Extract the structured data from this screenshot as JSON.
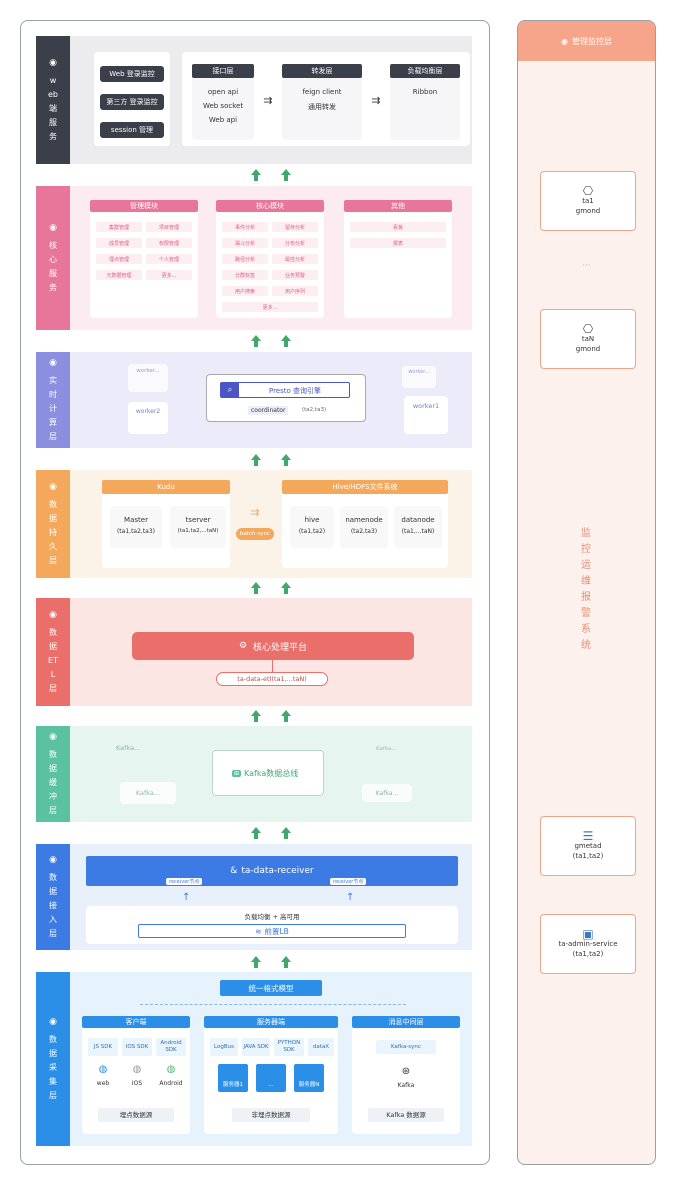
{
  "colors": {
    "web": "#3a3f4a",
    "core": "#e8769a",
    "realtime": "#8c8fe0",
    "storage": "#f3a85c",
    "etl": "#ea6f6a",
    "buffer": "#5ac2a0",
    "ingest": "#3d7be4",
    "collect": "#2b8fe8",
    "monitor": "#f6a48a"
  },
  "monitor": {
    "header": "管理监控层",
    "boxes": [
      {
        "title": "ta1",
        "sub": "gmond",
        "icon": "server-icon"
      },
      {
        "title": "taN",
        "sub": "gmond",
        "icon": "server-icon"
      },
      {
        "title": "gmetad",
        "sub": "(ta1,ta2)",
        "icon": "database-icon"
      },
      {
        "title": "ta-admin-service",
        "sub": "(ta1,ta2)",
        "icon": "monitor-screen-icon"
      }
    ],
    "dots": "···",
    "vertical_label": "监控运维报警系统"
  },
  "layers": {
    "web": {
      "label": "web端服务",
      "left_buttons": [
        "Web 登录监控",
        "第三方 登录监控",
        "session 管理"
      ],
      "columns": [
        {
          "title": "接口层",
          "items": [
            "open api",
            "Web socket",
            "Web api"
          ]
        },
        {
          "title": "转发层",
          "items": [
            "feign client",
            "通用转发"
          ]
        },
        {
          "title": "负载均衡层",
          "items": [
            "Ribbon"
          ]
        }
      ]
    },
    "core": {
      "label": "核心服务",
      "groups": [
        {
          "title": "管理模块",
          "cells": [
            "集群管理",
            "项目管理",
            "成员管理",
            "权限管理",
            "埋点管理",
            "个人管理",
            "元数据管理",
            "更多..."
          ]
        },
        {
          "title": "核心模块",
          "cells": [
            "事件分析",
            "留存分析",
            "漏斗分析",
            "分布分析",
            "路径分析",
            "属性分析",
            "分群标签",
            "业务预警",
            "用户搜索",
            "用户序列",
            "更多..."
          ]
        },
        {
          "title": "其他",
          "cells": [
            "看板",
            "报表"
          ]
        }
      ]
    },
    "realtime": {
      "label": "实时计算层",
      "workers_left": [
        "worker...",
        "worker2"
      ],
      "engine": "Presto 查询引擎",
      "coordinator": "coordinator",
      "coordinator_sub": "(ta2,ta3)",
      "workers_right": [
        "worker...",
        "worker1"
      ]
    },
    "storage": {
      "label": "数据持久层",
      "kudu": "Kudu",
      "kudu_nodes": [
        {
          "name": "Master",
          "sub": "(ta1,ta2,ta3)"
        },
        {
          "name": "tserver",
          "sub": "(ta1,ta2,...taN)"
        }
      ],
      "sync": "batch-sync",
      "hive": "Hive/HDFS文件系统",
      "hive_nodes": [
        {
          "name": "hive",
          "sub": "(ta1,ta2)"
        },
        {
          "name": "namenode",
          "sub": "(ta2,ta3)"
        },
        {
          "name": "datanode",
          "sub": "(ta1,...taN)"
        }
      ]
    },
    "etl": {
      "label": "数据ETL层",
      "platform": "核心处理平台",
      "process": "ta-data-etl(ta1,...taN)"
    },
    "buffer": {
      "label": "数据缓冲层",
      "bus": "Kafka数据总线",
      "nodes": [
        "Kafka...",
        "Kafka...",
        "Kafka...",
        "Kafka..."
      ]
    },
    "ingest": {
      "label": "数据接入层",
      "receiver": "ta-data-receiver",
      "node_labels": [
        "receiver节点",
        "receiver节点"
      ],
      "lb_caption": "负载均衡 + 高可用",
      "lb": "前置LB"
    },
    "collect": {
      "label": "数据采集层",
      "model": "统一格式模型",
      "client": {
        "title": "客户端",
        "sdks": [
          "JS SDK",
          "IOS SDK",
          "Android SDK"
        ],
        "platforms": [
          "web",
          "IOS",
          "Android"
        ],
        "footer": "埋点数据源"
      },
      "server": {
        "title": "服务器端",
        "sdks": [
          "LogBus",
          "JAVA SDK",
          "PYTHON SDK",
          "dataX"
        ],
        "services": [
          "服务器1",
          "...",
          "服务器N"
        ],
        "footer": "非埋点数据源"
      },
      "mq": {
        "title": "消息中间层",
        "sync": "Kafka-sync",
        "kafka": "Kafka",
        "footer": "Kafka 数据源"
      }
    }
  }
}
